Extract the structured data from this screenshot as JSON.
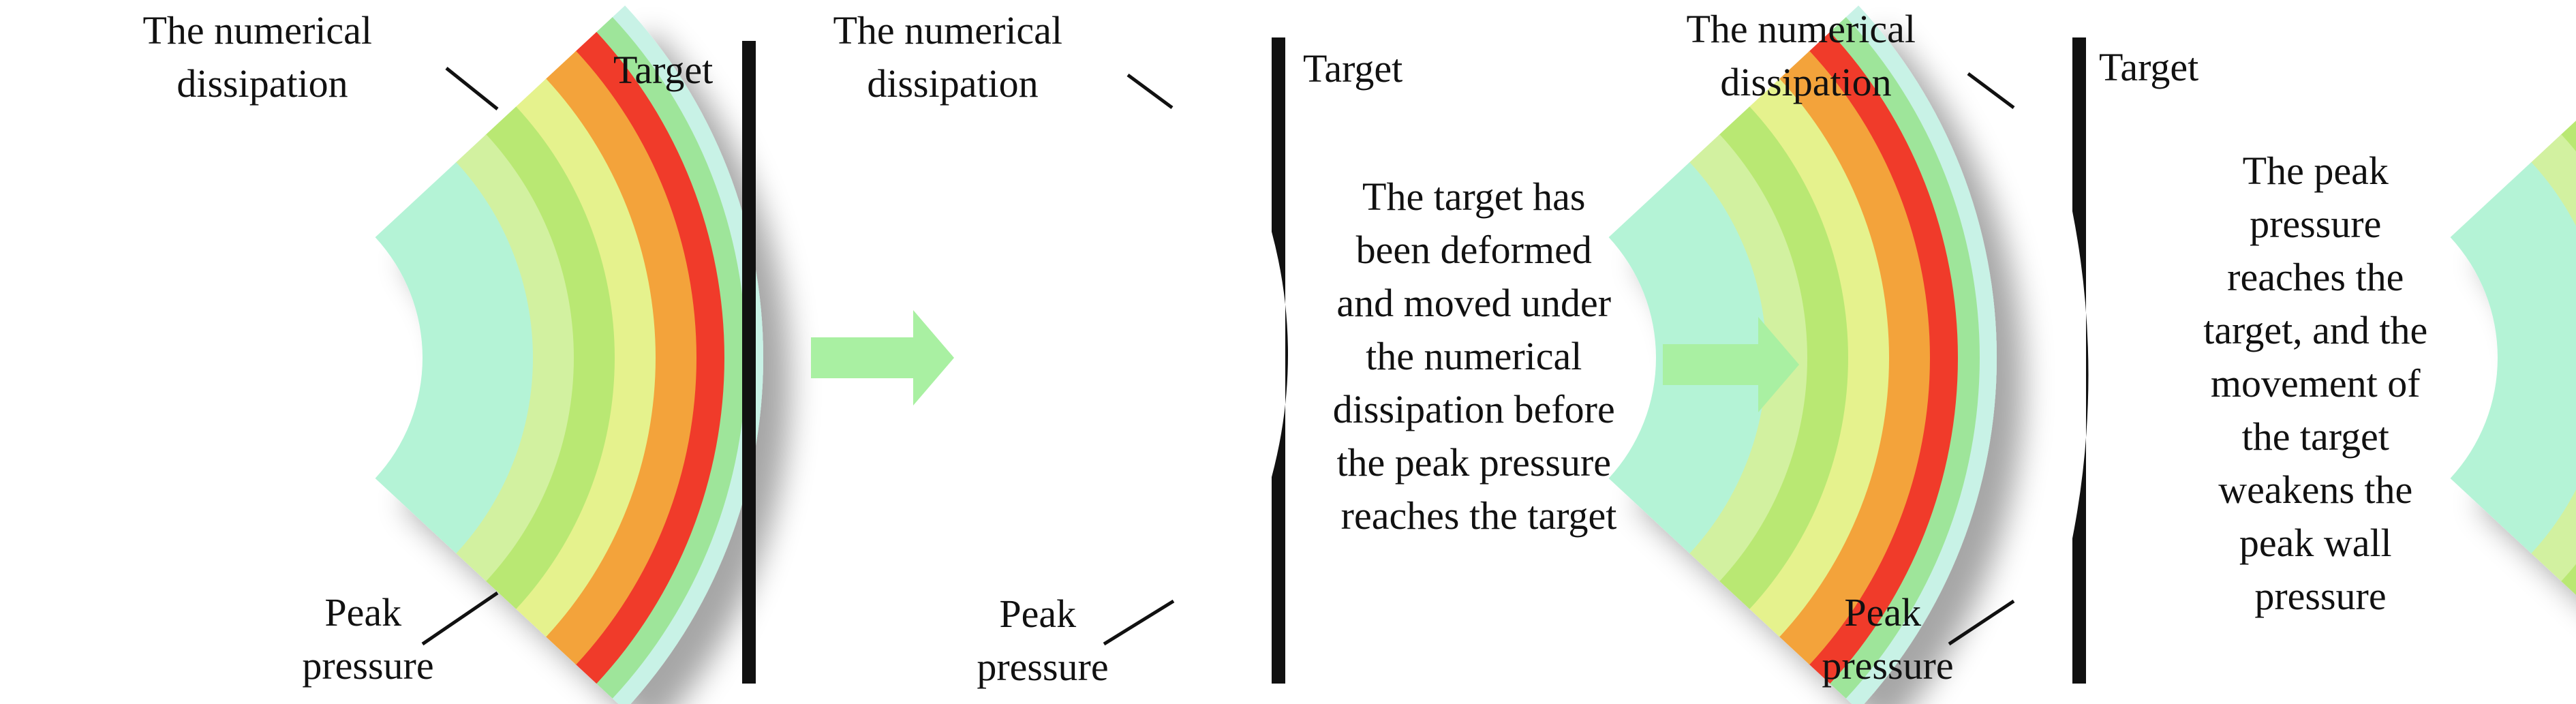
{
  "panels": [
    {
      "dissipation_label": [
        "The numerical",
        "dissipation"
      ],
      "peak_label": [
        "Peak",
        "pressure"
      ],
      "target_label": "Target",
      "caption": []
    },
    {
      "dissipation_label": [
        "The numerical",
        "dissipation"
      ],
      "peak_label": [
        "Peak",
        "pressure"
      ],
      "target_label": "Target",
      "caption": [
        "The target has",
        "been deformed",
        "and moved under",
        "the numerical",
        "dissipation before",
        "the peak pressure",
        "reaches the target"
      ]
    },
    {
      "dissipation_label": [
        "The numerical",
        "dissipation"
      ],
      "peak_label": [
        "Peak",
        "pressure"
      ],
      "target_label": "Target",
      "caption": [
        "The peak",
        "pressure",
        "reaches the",
        "target, and the",
        "movement of",
        "the target",
        "weakens the",
        "peak wall",
        "pressure"
      ]
    }
  ],
  "colors": {
    "inner": "#b4f3d6",
    "mid_light": "#d2f1a0",
    "mid": "#b9e873",
    "mid_yellow": "#e5f28d",
    "orange": "#f3a33b",
    "peak_red": "#f03a2c",
    "outer_green": "#9ee59a",
    "outer_cyan": "#c8f2e6",
    "target": "#111111",
    "arrow": "#a9f0a2"
  }
}
